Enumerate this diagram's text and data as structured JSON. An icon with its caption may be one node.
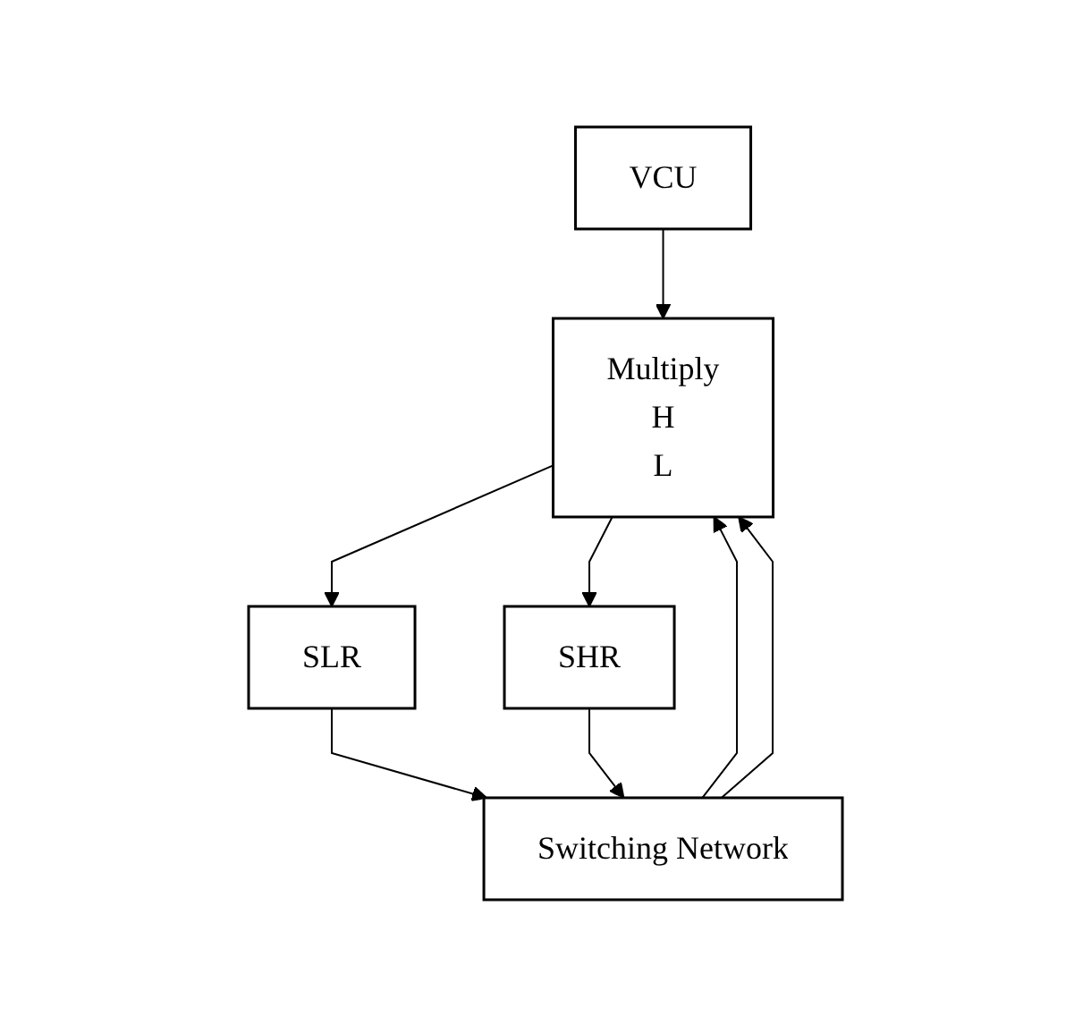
{
  "diagram": {
    "nodes": [
      {
        "text": [
          "VCU"
        ]
      },
      {
        "text": [
          "Switching Network"
        ]
      },
      {
        "text": [
          "Multiply",
          "H",
          "L"
        ]
      },
      {
        "text": [
          "SHR"
        ]
      },
      {
        "text": [
          "SLR"
        ]
      }
    ],
    "edges": [
      {
        "from": 0,
        "to": 2,
        "arrow": "to"
      },
      {
        "from": 1,
        "to": 2,
        "arrow": "to"
      },
      {
        "from": 1,
        "to": 2,
        "arrow": "to"
      },
      {
        "from": 2,
        "to": 3,
        "arrow": "to"
      },
      {
        "from": 2,
        "to": 4,
        "arrow": "to"
      },
      {
        "from": 4,
        "to": 1,
        "arrow": "to"
      },
      {
        "from": 3,
        "to": 1,
        "arrow": "to"
      }
    ]
  }
}
